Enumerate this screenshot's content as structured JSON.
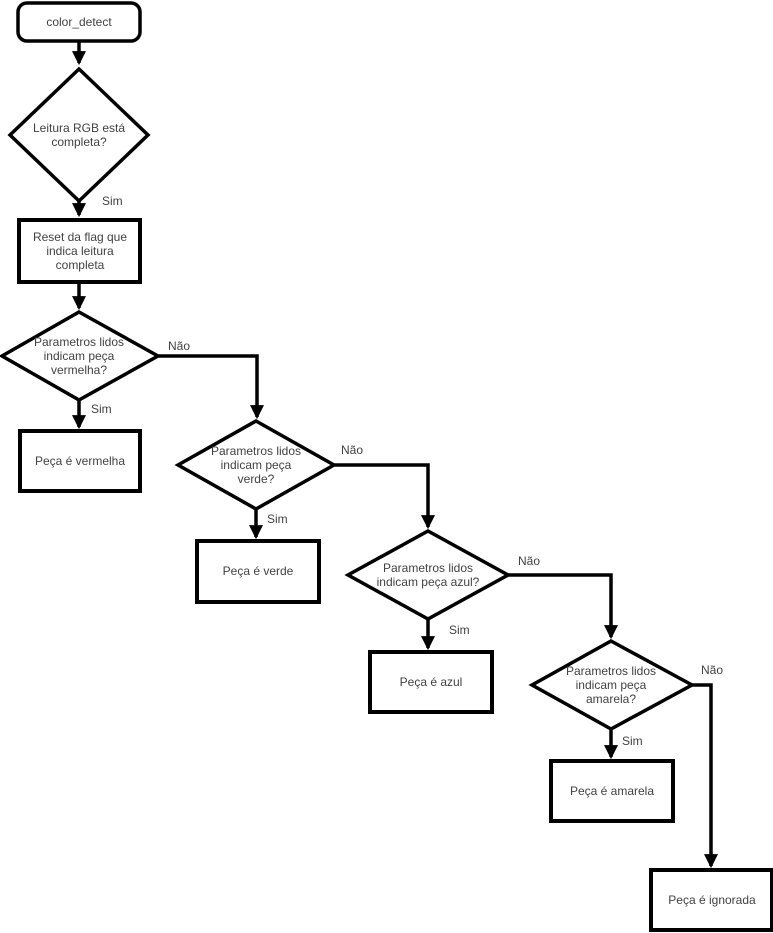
{
  "diagram": {
    "nodes": {
      "start": {
        "label": "color_detect",
        "type": "terminator"
      },
      "d_rgb": {
        "label": "Leitura RGB está completa?",
        "type": "decision"
      },
      "reset": {
        "label": "Reset da flag que indica leitura completa",
        "type": "process"
      },
      "d_vermelha": {
        "label": "Parametros lidos indicam peça vermelha?",
        "type": "decision"
      },
      "r_vermelha": {
        "label": "Peça é vermelha",
        "type": "process"
      },
      "d_verde": {
        "label": "Parametros lidos indicam peça verde?",
        "type": "decision"
      },
      "r_verde": {
        "label": "Peça é verde",
        "type": "process"
      },
      "d_azul": {
        "label": "Parametros lidos indicam peça azul?",
        "type": "decision"
      },
      "r_azul": {
        "label": "Peça é azul",
        "type": "process"
      },
      "d_amarela": {
        "label": "Parametros lidos indicam peça amarela?",
        "type": "decision"
      },
      "r_amarela": {
        "label": "Peça é amarela",
        "type": "process"
      },
      "r_ignorada": {
        "label": "Peça é ignorada",
        "type": "process"
      }
    },
    "edge_labels": {
      "sim_rgb": "Sim",
      "sim_vermelha": "Sim",
      "nao_vermelha": "Não",
      "sim_verde": "Sim",
      "nao_verde": "Não",
      "sim_azul": "Sim",
      "nao_azul": "Não",
      "sim_amarela": "Sim",
      "nao_amarela": "Não"
    },
    "colors": {
      "stroke": "#000000",
      "fill": "#ffffff",
      "text": "#424242",
      "background": "#ffffff"
    }
  }
}
